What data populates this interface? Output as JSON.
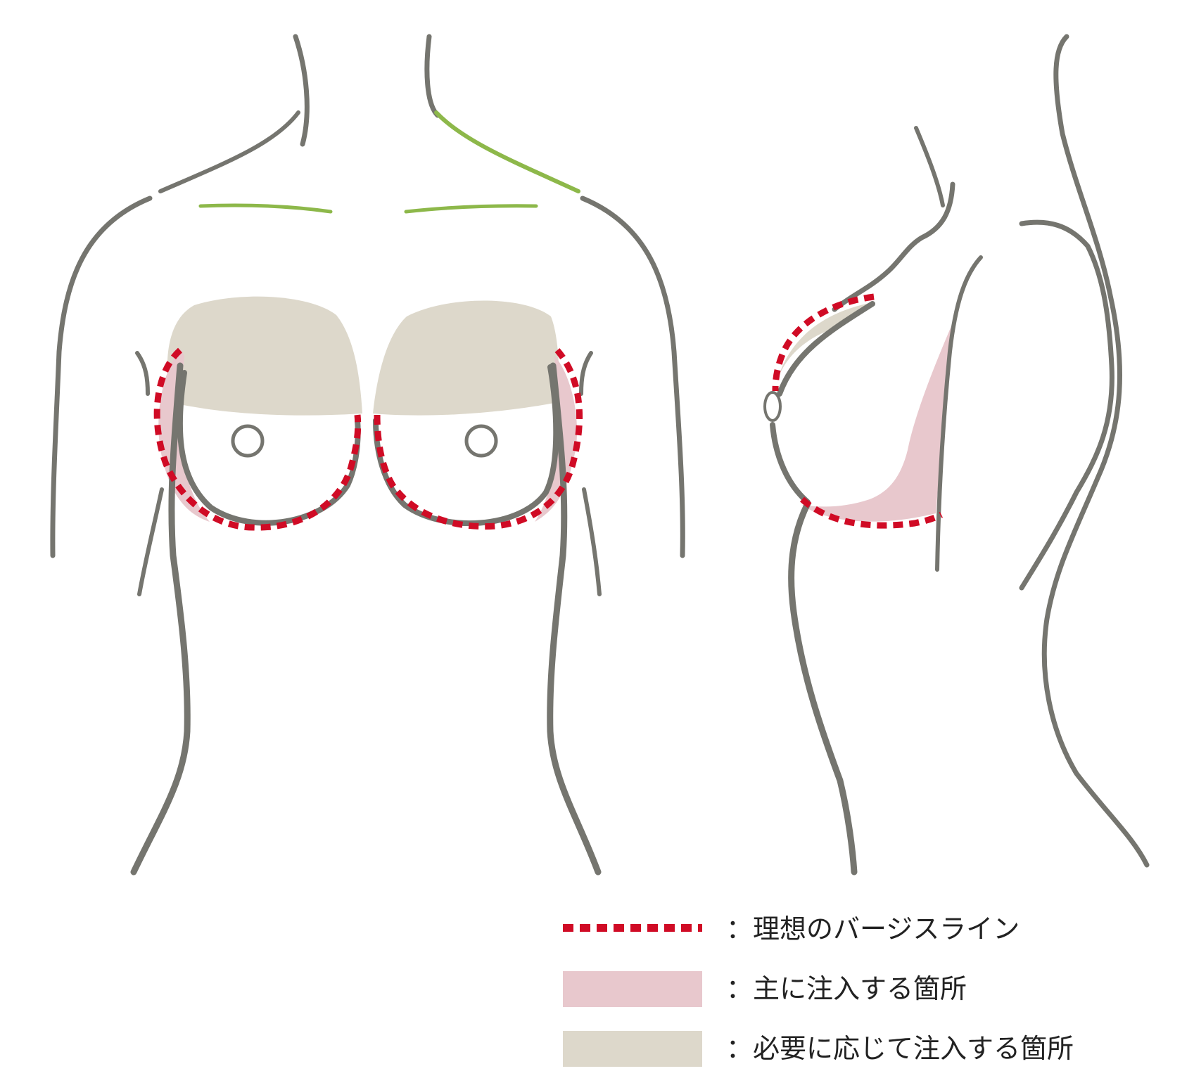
{
  "legend": [
    {
      "kind": "dotted-line",
      "label": "：理想のバージスライン"
    },
    {
      "kind": "fill",
      "label": "：主に注入する箇所"
    },
    {
      "kind": "fill",
      "label": "：必要に応じて注入する箇所"
    }
  ],
  "colors": {
    "outline": "#75756f",
    "ideal_line": "#d00b25",
    "main_injection": "#e8c8cd",
    "optional_injection": "#ddd8cb",
    "accent_green": "#8db84a"
  }
}
